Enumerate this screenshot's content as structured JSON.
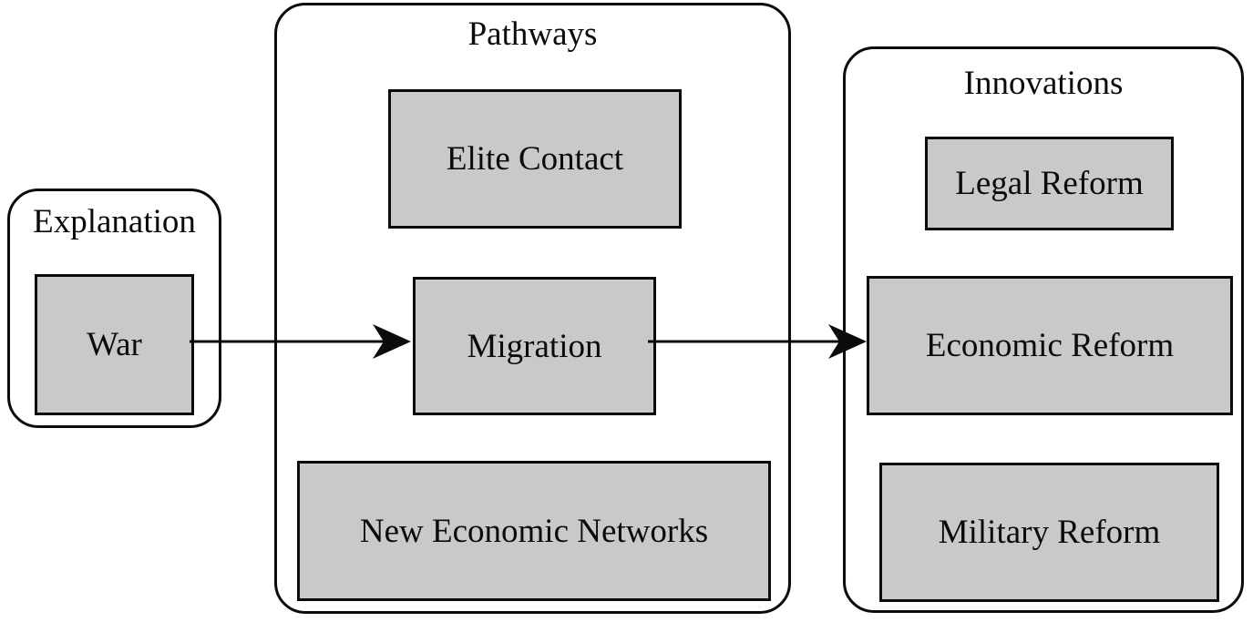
{
  "diagram": {
    "title": "War-to-innovation pathways diagram",
    "colors": {
      "box_fill": "#c9c9c9",
      "line": "#0b0b0b",
      "background": "#ffffff"
    },
    "groups": [
      {
        "label": "Explanation",
        "boxes": [
          {
            "label": "War"
          }
        ]
      },
      {
        "label": "Pathways",
        "boxes": [
          {
            "label": "Elite Contact"
          },
          {
            "label": "Migration"
          },
          {
            "label": "New Economic Networks"
          }
        ]
      },
      {
        "label": "Innovations",
        "boxes": [
          {
            "label": "Legal Reform"
          },
          {
            "label": "Economic Reform"
          },
          {
            "label": "Military Reform"
          }
        ]
      }
    ],
    "arrows": [
      {
        "from": "War",
        "to": "Migration"
      },
      {
        "from": "Migration",
        "to": "Economic Reform"
      }
    ]
  }
}
